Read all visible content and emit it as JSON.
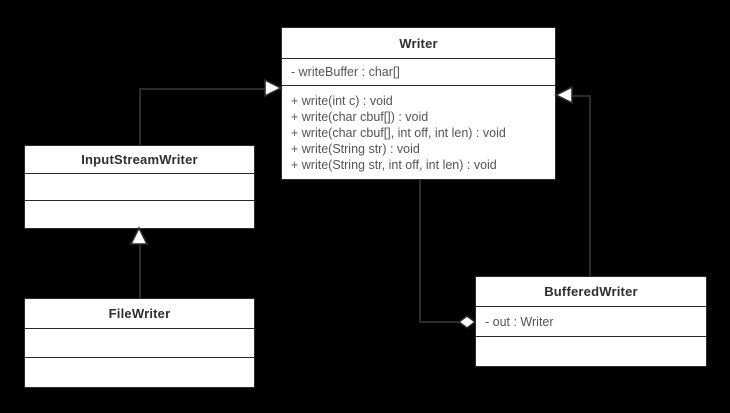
{
  "diagram": {
    "type": "uml-class-diagram",
    "title": "Java Writer class hierarchy",
    "background_color": "#000000",
    "box_fill_color": "#ffffff",
    "line_color": "#2b2b2b",
    "text_color": "#555555",
    "title_text_color": "#2f2f2f"
  },
  "classes": [
    {
      "id": "writer",
      "name": "Writer",
      "attributes": [
        "- writeBuffer : char[]"
      ],
      "methods": [
        "+ write(int c) : void",
        "+ write(char cbuf[]) : void",
        "+ write(char cbuf[], int off, int len) : void",
        "+ write(String str) : void",
        "+ write(String str, int off, int len) : void"
      ]
    },
    {
      "id": "input-stream-writer",
      "name": "InputStreamWriter",
      "attributes": [],
      "methods": []
    },
    {
      "id": "file-writer",
      "name": "FileWriter",
      "attributes": [],
      "methods": []
    },
    {
      "id": "buffered-writer",
      "name": "BufferedWriter",
      "attributes": [
        "- out :  Writer"
      ],
      "methods": []
    }
  ],
  "relationships": [
    {
      "id": "gen-isw-writer",
      "kind": "generalization",
      "from": "InputStreamWriter",
      "to": "Writer",
      "arrowhead": "hollow-triangle"
    },
    {
      "id": "gen-fw-isw",
      "kind": "generalization",
      "from": "FileWriter",
      "to": "InputStreamWriter",
      "arrowhead": "hollow-triangle"
    },
    {
      "id": "gen-bw-writer",
      "kind": "generalization",
      "from": "BufferedWriter",
      "to": "Writer",
      "arrowhead": "hollow-triangle"
    },
    {
      "id": "agg-bw-writer",
      "kind": "aggregation",
      "from": "BufferedWriter",
      "to": "Writer",
      "arrowhead": "hollow-diamond"
    }
  ]
}
